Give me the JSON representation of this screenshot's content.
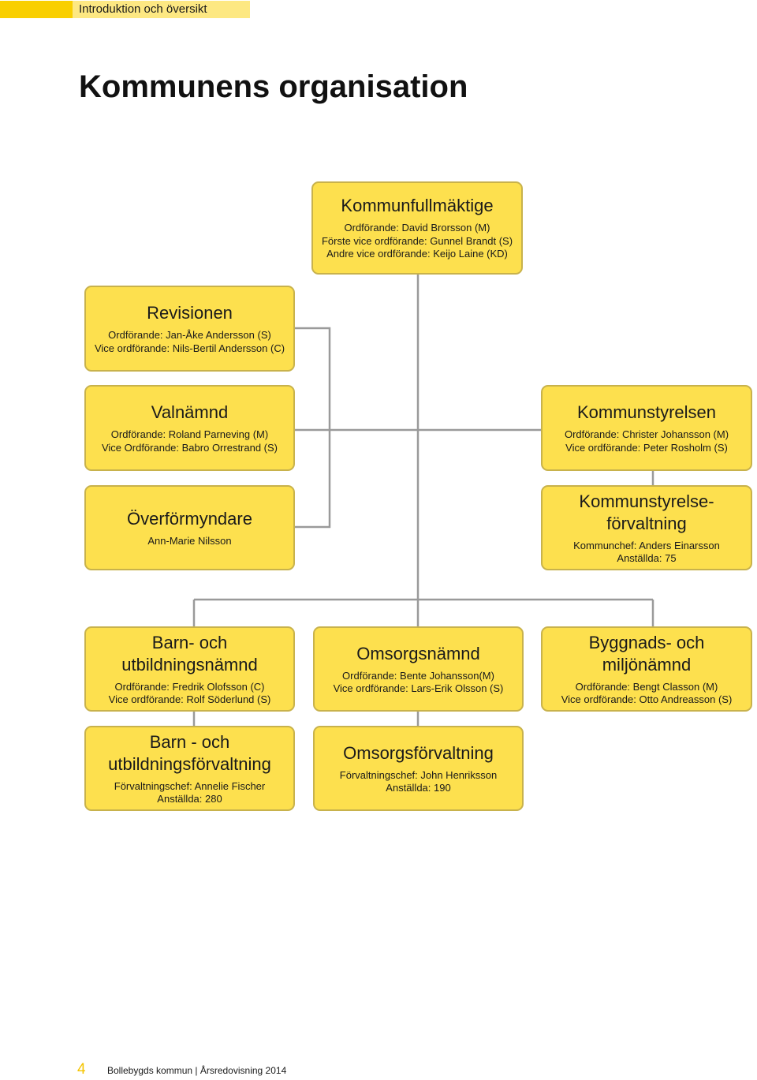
{
  "header": {
    "section": "Introduktion och översikt",
    "title": "Kommunens organisation"
  },
  "org": {
    "kommunfullmaktige": {
      "name": "Kommunfullmäktige",
      "lines": [
        "Ordförande: David Brorsson (M)",
        "Förste vice ordförande: Gunnel Brandt (S)",
        "Andre vice ordförande: Keijo Laine (KD)"
      ]
    },
    "revisionen": {
      "name": "Revisionen",
      "lines": [
        "Ordförande: Jan-Åke Andersson (S)",
        "Vice ordförande: Nils-Bertil Andersson (C)"
      ]
    },
    "valnamnd": {
      "name": "Valnämnd",
      "lines": [
        "Ordförande: Roland Parneving (M)",
        "Vice Ordförande: Babro Orrestrand (S)"
      ]
    },
    "overformyndare": {
      "name": "Överförmyndare",
      "lines": [
        "Ann-Marie Nilsson"
      ]
    },
    "kommunstyrelsen": {
      "name": "Kommunstyrelsen",
      "lines": [
        "Ordförande: Christer Johansson (M)",
        "Vice ordförande: Peter Rosholm (S)"
      ]
    },
    "kommunstyrelseforvaltning": {
      "name": "Kommunstyrelse-\nförvaltning",
      "lines": [
        "Kommunchef: Anders Einarsson",
        "Anställda: 75"
      ]
    },
    "barn_namnd": {
      "name": "Barn- och\nutbildningsnämnd",
      "lines": [
        "Ordförande: Fredrik Olofsson (C)",
        "Vice ordförande: Rolf Söderlund (S)"
      ]
    },
    "omsorgsnamnd": {
      "name": "Omsorgsnämnd",
      "lines": [
        "Ordförande: Bente Johansson(M)",
        "Vice ordförande: Lars-Erik Olsson (S)"
      ]
    },
    "bygg_namnd": {
      "name": "Byggnads- och\nmiljönämnd",
      "lines": [
        "Ordförande: Bengt Classon (M)",
        "Vice ordförande: Otto Andreasson (S)"
      ]
    },
    "barn_forvaltning": {
      "name": "Barn - och\nutbildningsförvaltning",
      "lines": [
        "Förvaltningschef: Annelie Fischer",
        "Anställda: 280"
      ]
    },
    "omsorgsforvaltning": {
      "name": "Omsorgsförvaltning",
      "lines": [
        "Förvaltningschef: John Henriksson",
        "Anställda: 190"
      ]
    }
  },
  "footer": {
    "page_number": "4",
    "text": "Bollebygds kommun | Årsredovisning 2014"
  },
  "colors": {
    "box_fill": "#fde04e",
    "box_border": "#c8b24c",
    "connector": "#9a9a9a",
    "accent": "#f9cf00"
  }
}
